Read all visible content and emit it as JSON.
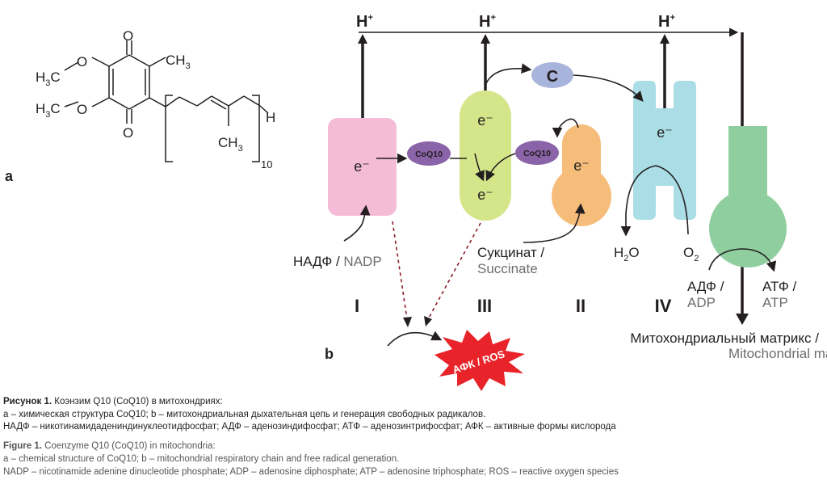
{
  "panel_labels": {
    "a": "a",
    "b": "b"
  },
  "structure": {
    "group_h3c_1": "H",
    "group_h3c_1_sub": "3",
    "group_h3c_1_tail": "C",
    "group_o_1": "O",
    "group_h3c_2": "H",
    "group_h3c_2_sub": "3",
    "group_h3c_2_tail": "C",
    "group_o_2": "O",
    "group_o_top": "O",
    "group_o_bottom": "O",
    "group_ch3_top": "CH",
    "group_ch3_top_sub": "3",
    "group_ch3_chain": "CH",
    "group_ch3_chain_sub": "3",
    "group_h_end": "H",
    "repeat_count": "10"
  },
  "diagram": {
    "proton_label": "H",
    "proton_sup": "+",
    "cytochrome_c": "C",
    "electron": "e⁻",
    "coq10": "CoQ10",
    "nadp_ru": "НАДФ",
    "nadp_en": "NADP",
    "succinate_ru": "Сукцинат /",
    "succinate_en": "Succinate",
    "water": "H",
    "water_sub": "2",
    "water_tail": "O",
    "oxygen": "O",
    "oxygen_sub": "2",
    "adp_ru": "АДФ /",
    "adp_en": "ADP",
    "atp_ru": "АТФ /",
    "atp_en": "ATP",
    "matrix_ru": "Митохондриальный матрикс /",
    "matrix_en": "Mitochondrial matrix",
    "ros_label": "АФК / ROS",
    "complexes": {
      "c1": "I",
      "c3": "III",
      "c2": "II",
      "c4": "IV"
    },
    "colors": {
      "complex_I": "#f4bcd6",
      "complex_III": "#d5e68a",
      "complex_II": "#f6bd7a",
      "complex_IV": "#aadde6",
      "atp_synthase": "#8fcf9f",
      "coq10": "#8a63a8",
      "cytochrome_c": "#a9b4dc",
      "ros": "#e8242a",
      "dashed": "#8b1e2a"
    }
  },
  "caption": {
    "ru_title_bold": "Рисунок 1.",
    "ru_title": " Коэнзим Q10 (CoQ10) в митохондриях:",
    "ru_line2": "a – химическая структура CoQ10; b – митохондриальная дыхательная цепь и генерация свободных радикалов.",
    "ru_line3": "НАДФ – никотинамидадениндинуклеотидфосфат; АДФ – аденозиндифосфат; АТФ – аденозинтрифосфат; АФК – активные формы кислорода",
    "en_title_bold": "Figure 1.",
    "en_title": " Coenzyme Q10 (CoQ10) in mitochondria:",
    "en_line2": "a – chemical structure of CoQ10; b – mitochondrial respiratory chain and free radical generation.",
    "en_line3": "NADP – nicotinamide adenine dinucleotide phosphate; ADP – adenosine diphosphate; ATP – adenosine triphosphate; ROS – reactive oxygen species"
  }
}
